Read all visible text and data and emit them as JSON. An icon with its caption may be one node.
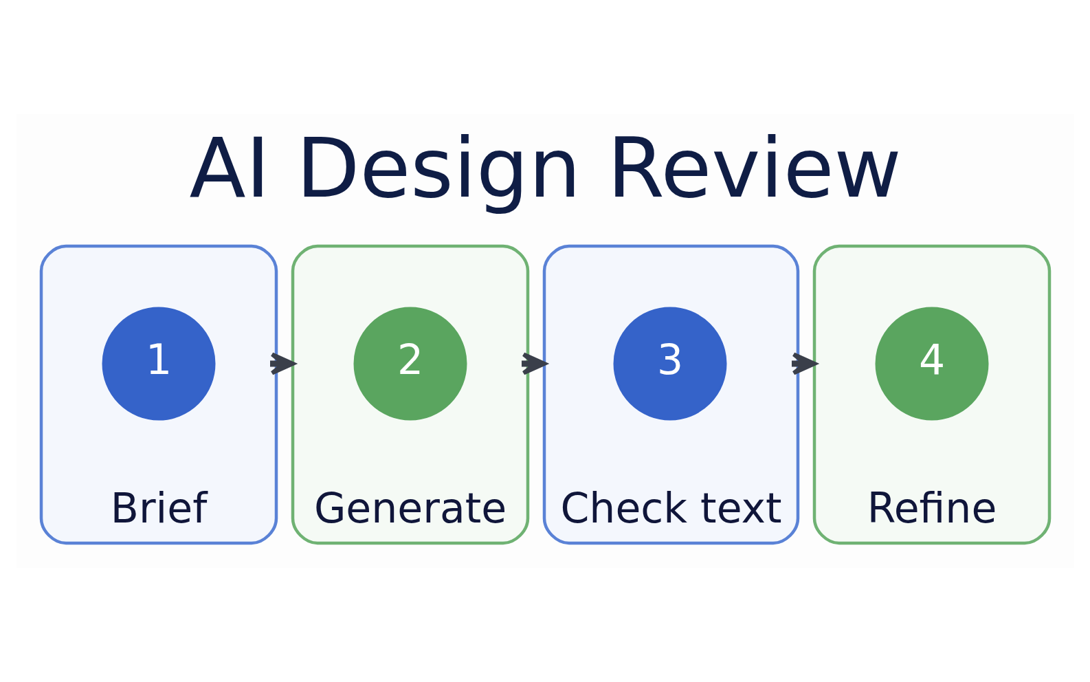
{
  "diagram": {
    "title": "AI Design Review",
    "nodes": [
      {
        "text": [
          "Brief"
        ]
      },
      {
        "text": [
          "1"
        ],
        "in": 0
      },
      {
        "text": [
          "Generate"
        ]
      },
      {
        "text": [
          "2"
        ],
        "in": 2
      },
      {
        "text": [
          "Check text"
        ]
      },
      {
        "text": [
          "3"
        ],
        "in": 4
      },
      {
        "text": [
          "Refine"
        ]
      },
      {
        "text": [
          "4"
        ],
        "in": 6
      }
    ],
    "edges": [
      {
        "from": 0,
        "to": 2,
        "arrow": "to"
      },
      {
        "from": 2,
        "to": 4,
        "arrow": "to"
      },
      {
        "from": 4,
        "to": 6,
        "arrow": "to"
      }
    ]
  }
}
